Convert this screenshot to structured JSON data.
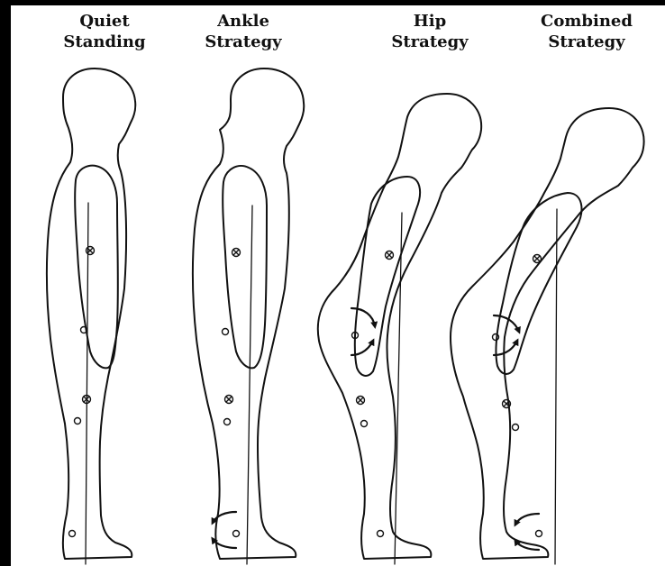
{
  "strategies": [
    {
      "line1": "Quiet",
      "line2": "Standing"
    },
    {
      "line1": "Ankle",
      "line2": "Strategy"
    },
    {
      "line1": "Hip",
      "line2": "Strategy"
    },
    {
      "line1": "Combined",
      "line2": "Strategy"
    }
  ],
  "colors": {
    "background": "#000000",
    "panel": "#ffffff",
    "ink": "#111111"
  },
  "icons": [
    "joint-marker-circle-icon",
    "center-of-mass-marker-icon",
    "rotation-arrow-icon"
  ]
}
